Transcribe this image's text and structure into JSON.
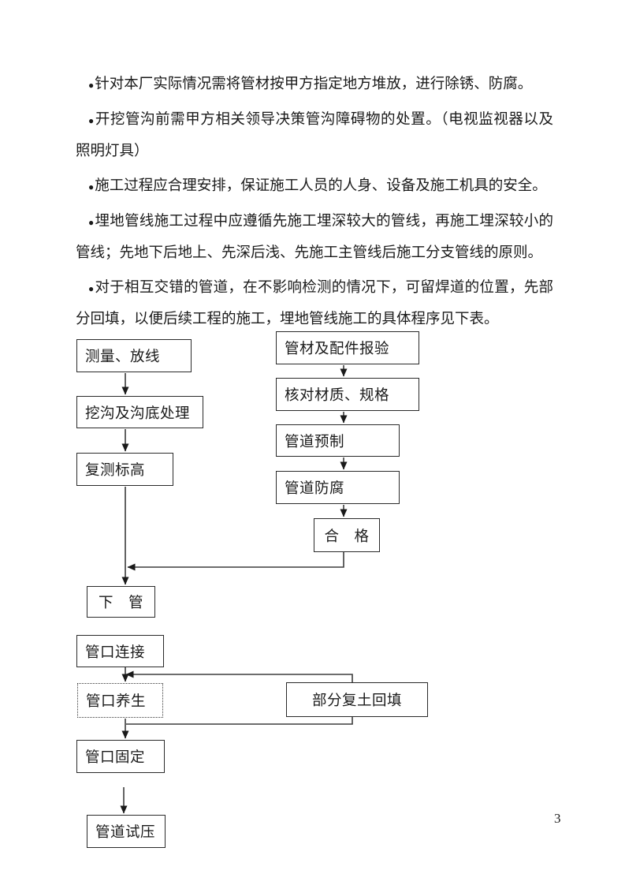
{
  "page": {
    "number": "3"
  },
  "bullet_char": "●",
  "bullets": [
    "针对本厂实际情况需将管材按甲方指定地方堆放，进行除锈、防腐。",
    "开挖管沟前需甲方相关领导决策管沟障碍物的处置。（电视监视器以及照明灯具）",
    "施工过程应合理安排，保证施工人员的人身、设备及施工机具的安全。",
    "埋地管线施工过程中应遵循先施工埋深较大的管线，再施工埋深较小的管线；先地下后地上、先深后浅、先施工主管线后施工分支管线的原则。",
    "对于相互交错的管道，在不影响检测的情况下，可留焊道的位置，先部分回填，以便后续工程的施工，埋地管线施工的具体程序见下表。"
  ],
  "flowchart": {
    "nodes": {
      "measure": "测量、放线",
      "trench": "挖沟及沟底处理",
      "recheck_elevation": "复测标高",
      "material_inspection": "管材及配件报验",
      "verify_spec": "核对材质、规格",
      "prefab": "管道预制",
      "anticorrosion": "管道防腐",
      "qualified": "合　格",
      "lower_pipe": "下　管",
      "joint_connection": "管口连接",
      "joint_curing": "管口养生",
      "partial_backfill": "部分复土回填",
      "joint_fixing": "管口固定",
      "pressure_test": "管道试压"
    },
    "line_color": "#3d3d3d"
  }
}
